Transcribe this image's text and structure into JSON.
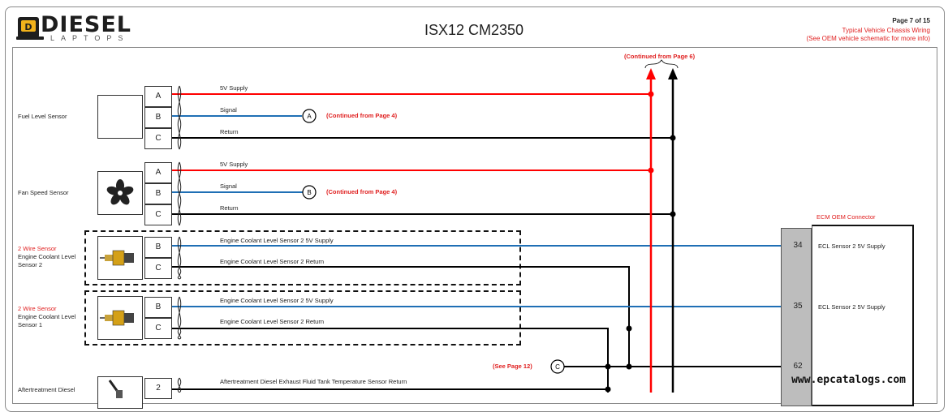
{
  "header": {
    "brand": "DIESEL",
    "brand_sub": "LAPTOPS",
    "title": "ISX12 CM2350",
    "page": "Page 7 of 15",
    "note_line1": "Typical Vehicle Chassis Wiring",
    "note_line2": "(See OEM vehicle schematic for more info)"
  },
  "diagram": {
    "continued_top": "(Continued from Page 6)",
    "fuel_level": {
      "name": "Fuel Level Sensor",
      "pins": [
        "A",
        "B",
        "C"
      ],
      "wires": [
        "5V Supply",
        "Signal",
        "Return"
      ],
      "connector": "A",
      "cont": "(Continued from Page 4)"
    },
    "fan_speed": {
      "name": "Fan Speed Sensor",
      "pins": [
        "A",
        "B",
        "C"
      ],
      "wires": [
        "5V Supply",
        "Signal",
        "Return"
      ],
      "connector": "B",
      "cont": "(Continued from Page 4)"
    },
    "coolant2": {
      "type": "2 Wire Sensor",
      "name_line1": "Engine Coolant Level",
      "name_line2": "Sensor 2",
      "pins": [
        "B",
        "C"
      ],
      "wires": [
        "Engine Coolant Level Sensor 2 5V Supply",
        "Engine Coolant Level Sensor 2 Return"
      ]
    },
    "coolant1": {
      "type": "2 Wire Sensor",
      "name_line1": "Engine Coolant Level",
      "name_line2": "Sensor 1",
      "pins": [
        "B",
        "C"
      ],
      "wires": [
        "Engine Coolant Level Sensor 2 5V Supply",
        "Engine Coolant Level Sensor 2 Return"
      ]
    },
    "see_page": "(See Page 12)",
    "connector_c": "C",
    "aftertreatment": {
      "name": "Aftertreatment Diesel",
      "pin": "2",
      "wire": "Aftertreatment Diesel Exhaust Fluid Tank Temperature Sensor Return"
    },
    "ecm": {
      "title": "ECM OEM Connector",
      "pins": [
        {
          "num": "34",
          "desc": "ECL Sensor 2 5V Supply"
        },
        {
          "num": "35",
          "desc": "ECL Sensor 2 5V Supply"
        },
        {
          "num": "62",
          "desc": ""
        }
      ]
    },
    "colors": {
      "supply": "#ff0000",
      "signal": "#1f6fb5",
      "return": "#000000"
    }
  },
  "watermark": "www.epcatalogs.com"
}
